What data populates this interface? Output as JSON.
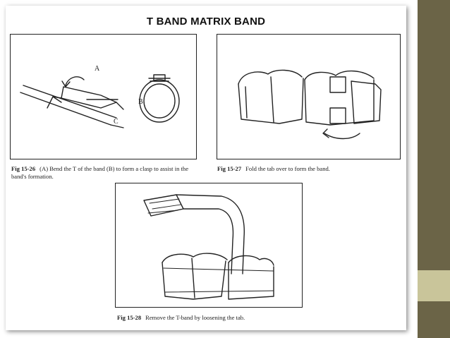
{
  "title": "T BAND MATRIX BAND",
  "figures": [
    {
      "number": "Fig 15-26",
      "caption": "(A) Bend the T of the band (B) to form a clasp to assist in the band's formation.",
      "labels": {
        "a": "A",
        "b": "B",
        "c": "C"
      }
    },
    {
      "number": "Fig 15-27",
      "caption": "Fold the tab over to form the band."
    },
    {
      "number": "Fig 15-28",
      "caption": "Remove the T-band by loosening the tab."
    }
  ],
  "colors": {
    "sidebar": "#6b6447",
    "sidebar_accent": "#c9c59a"
  }
}
